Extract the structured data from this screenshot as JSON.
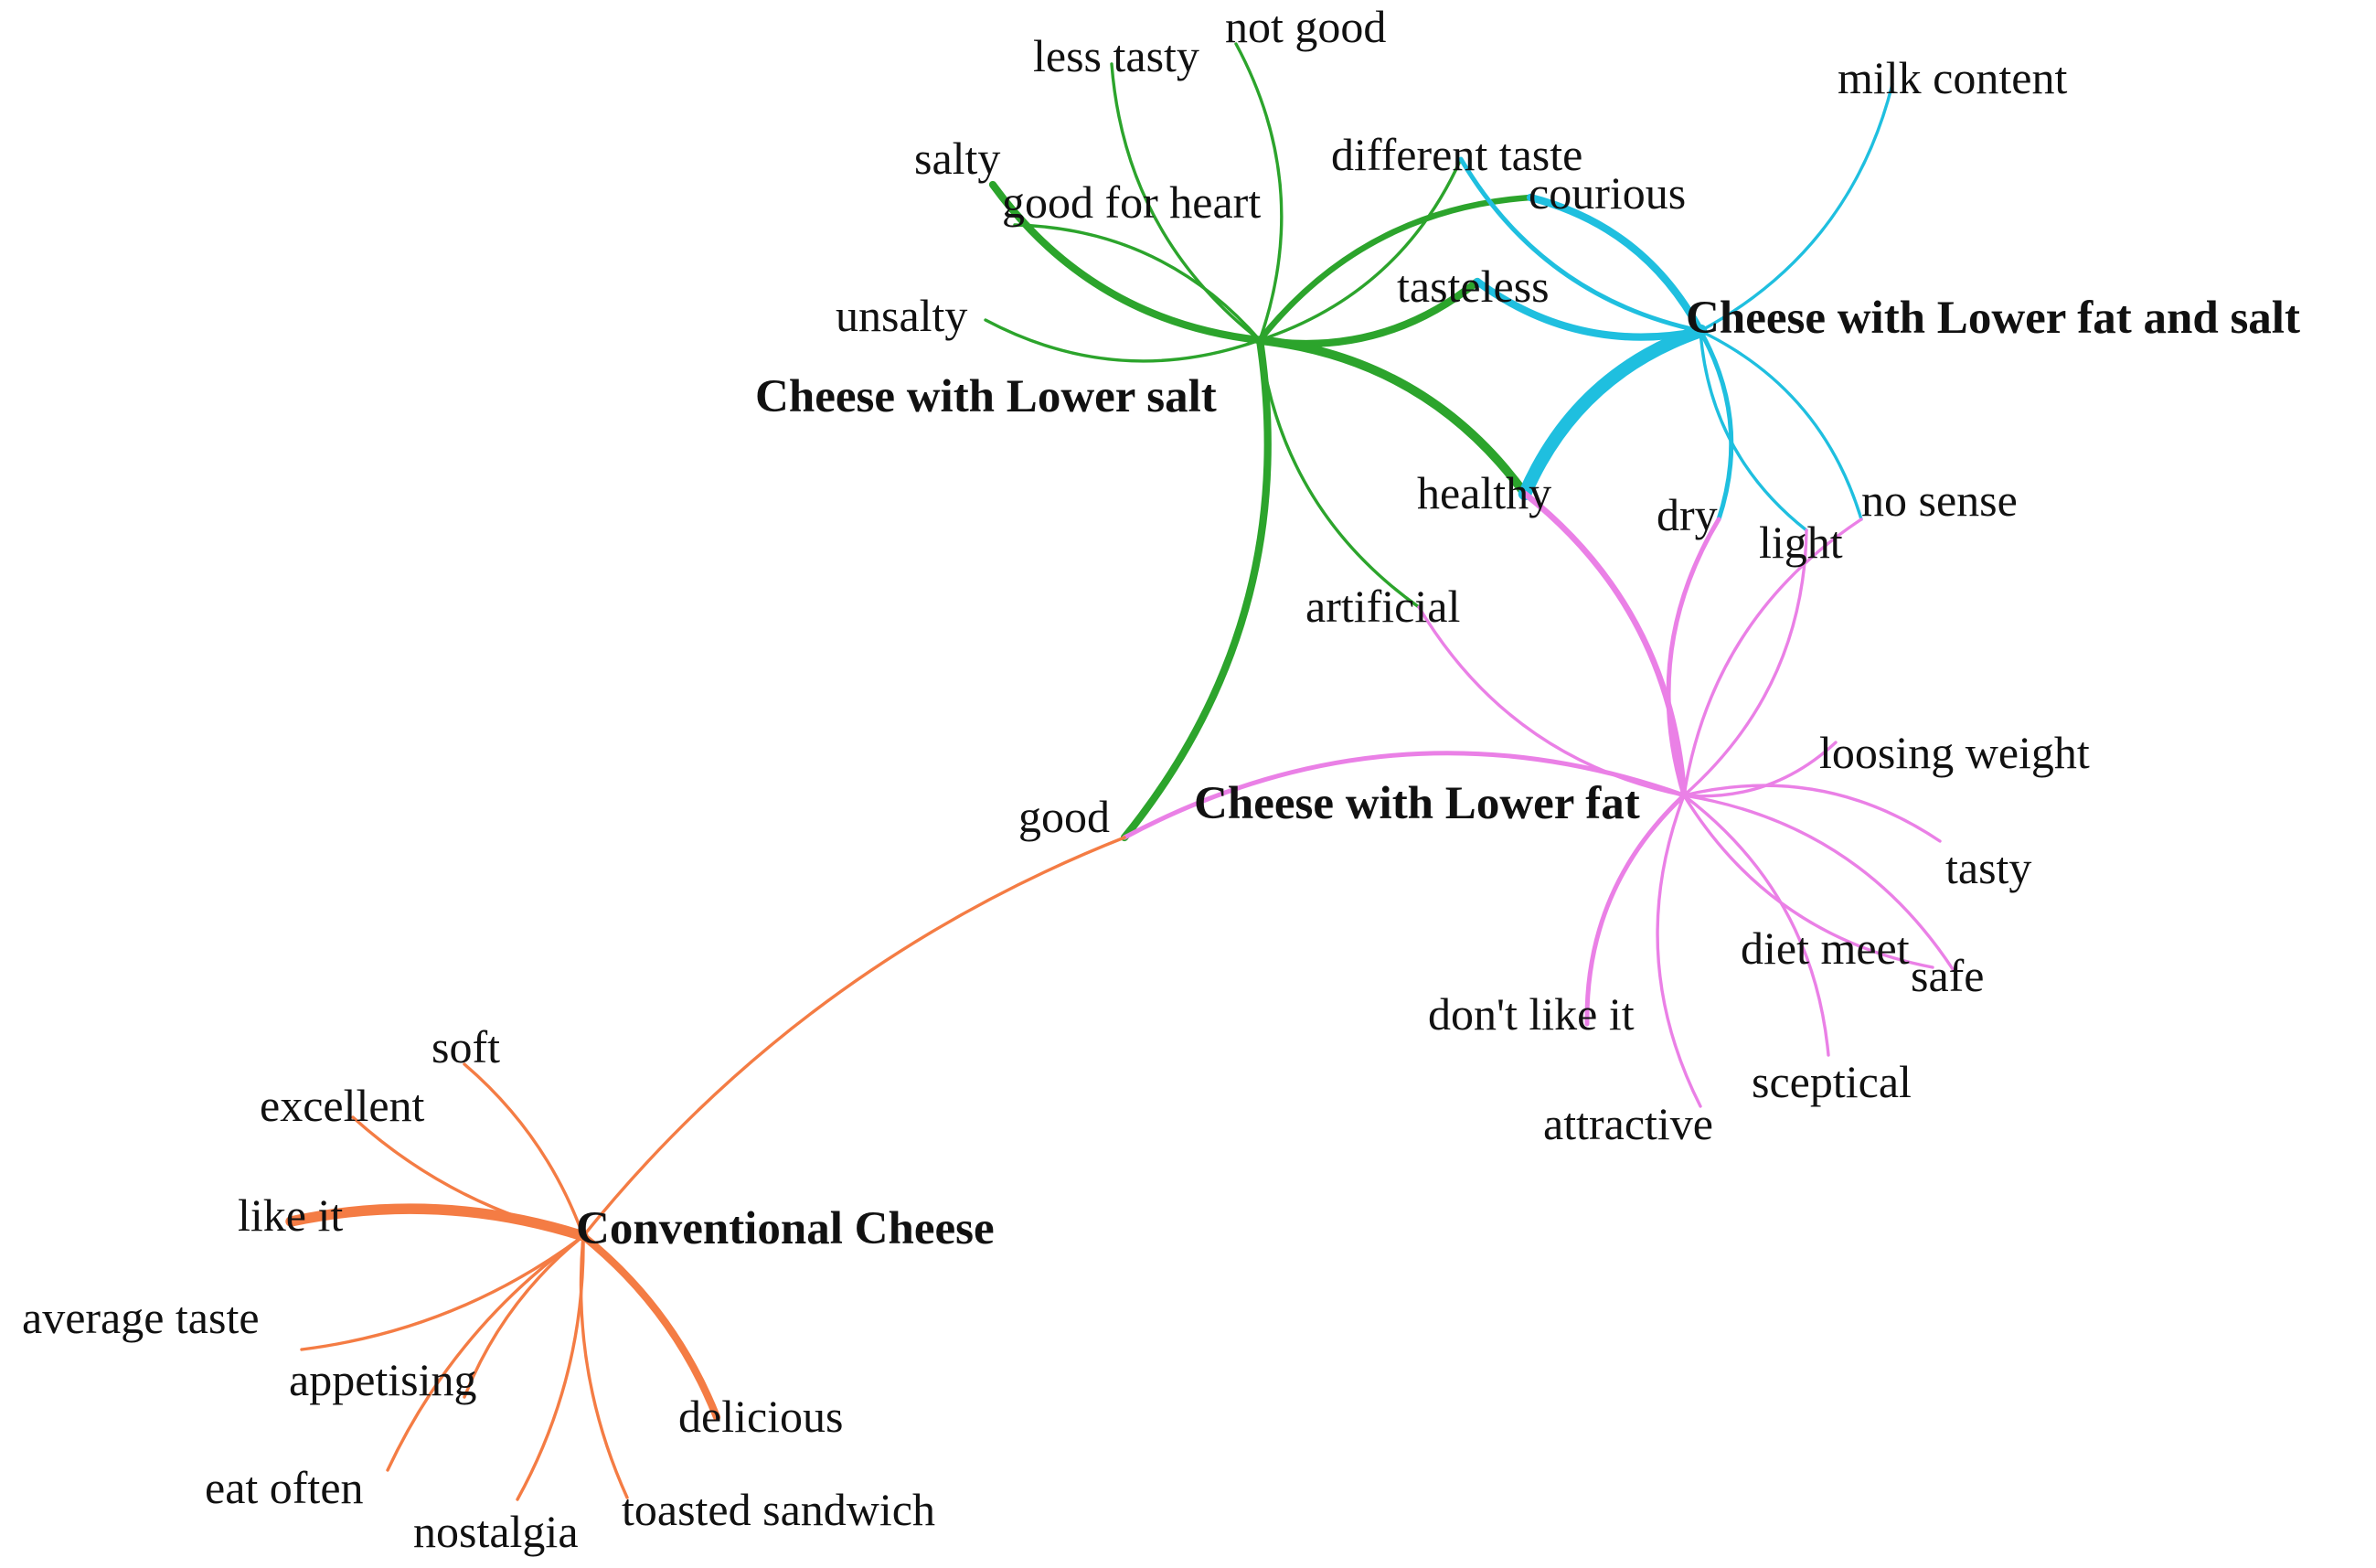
{
  "network": {
    "colors": {
      "Cheese with Lower salt": "#2ca42c",
      "Cheese with Lower fat and salt": "#1fbfdf",
      "Cheese with Lower fat": "#ea80e6",
      "Conventional Cheese": "#f47c44"
    },
    "hubs": [
      "Cheese with Lower salt",
      "Cheese with Lower fat and salt",
      "Cheese with Lower fat",
      "Conventional Cheese"
    ],
    "words": [
      "less tasty",
      "not good",
      "salty",
      "good for heart",
      "unsalty",
      "different taste",
      "courious",
      "tasteless",
      "milk content",
      "healthy",
      "artificial",
      "good",
      "dry",
      "light",
      "no sense",
      "loosing weight",
      "tasty",
      "diet meet",
      "safe",
      "don't like it",
      "sceptical",
      "attractive",
      "soft",
      "excellent",
      "like it",
      "average taste",
      "appetising",
      "delicious",
      "eat often",
      "nostalgia",
      "toasted sandwich"
    ],
    "edges": [
      {
        "hub": "Cheese with Lower salt",
        "word": "less tasty",
        "weight": 1
      },
      {
        "hub": "Cheese with Lower salt",
        "word": "not good",
        "weight": 1
      },
      {
        "hub": "Cheese with Lower salt",
        "word": "salty",
        "weight": 4
      },
      {
        "hub": "Cheese with Lower salt",
        "word": "good for heart",
        "weight": 1
      },
      {
        "hub": "Cheese with Lower salt",
        "word": "unsalty",
        "weight": 1
      },
      {
        "hub": "Cheese with Lower salt",
        "word": "different taste",
        "weight": 1
      },
      {
        "hub": "Cheese with Lower salt",
        "word": "courious",
        "weight": 3
      },
      {
        "hub": "Cheese with Lower salt",
        "word": "tasteless",
        "weight": 4
      },
      {
        "hub": "Cheese with Lower salt",
        "word": "healthy",
        "weight": 5
      },
      {
        "hub": "Cheese with Lower salt",
        "word": "artificial",
        "weight": 1
      },
      {
        "hub": "Cheese with Lower salt",
        "word": "good",
        "weight": 4
      },
      {
        "hub": "Cheese with Lower fat and salt",
        "word": "milk content",
        "weight": 1
      },
      {
        "hub": "Cheese with Lower fat and salt",
        "word": "different taste",
        "weight": 2
      },
      {
        "hub": "Cheese with Lower fat and salt",
        "word": "courious",
        "weight": 4
      },
      {
        "hub": "Cheese with Lower fat and salt",
        "word": "tasteless",
        "weight": 4
      },
      {
        "hub": "Cheese with Lower fat and salt",
        "word": "healthy",
        "weight": 8
      },
      {
        "hub": "Cheese with Lower fat and salt",
        "word": "dry",
        "weight": 2
      },
      {
        "hub": "Cheese with Lower fat and salt",
        "word": "light",
        "weight": 1
      },
      {
        "hub": "Cheese with Lower fat and salt",
        "word": "no sense",
        "weight": 1
      },
      {
        "hub": "Cheese with Lower fat",
        "word": "healthy",
        "weight": 3
      },
      {
        "hub": "Cheese with Lower fat",
        "word": "artificial",
        "weight": 1
      },
      {
        "hub": "Cheese with Lower fat",
        "word": "good",
        "weight": 2
      },
      {
        "hub": "Cheese with Lower fat",
        "word": "dry",
        "weight": 2
      },
      {
        "hub": "Cheese with Lower fat",
        "word": "light",
        "weight": 1
      },
      {
        "hub": "Cheese with Lower fat",
        "word": "no sense",
        "weight": 1
      },
      {
        "hub": "Cheese with Lower fat",
        "word": "loosing weight",
        "weight": 1
      },
      {
        "hub": "Cheese with Lower fat",
        "word": "tasty",
        "weight": 1
      },
      {
        "hub": "Cheese with Lower fat",
        "word": "diet meet",
        "weight": 1
      },
      {
        "hub": "Cheese with Lower fat",
        "word": "safe",
        "weight": 1
      },
      {
        "hub": "Cheese with Lower fat",
        "word": "don't like it",
        "weight": 2
      },
      {
        "hub": "Cheese with Lower fat",
        "word": "sceptical",
        "weight": 1
      },
      {
        "hub": "Cheese with Lower fat",
        "word": "attractive",
        "weight": 1
      },
      {
        "hub": "Conventional Cheese",
        "word": "good",
        "weight": 1
      },
      {
        "hub": "Conventional Cheese",
        "word": "soft",
        "weight": 1
      },
      {
        "hub": "Conventional Cheese",
        "word": "excellent",
        "weight": 1
      },
      {
        "hub": "Conventional Cheese",
        "word": "like it",
        "weight": 6
      },
      {
        "hub": "Conventional Cheese",
        "word": "average taste",
        "weight": 1
      },
      {
        "hub": "Conventional Cheese",
        "word": "appetising",
        "weight": 1
      },
      {
        "hub": "Conventional Cheese",
        "word": "delicious",
        "weight": 4
      },
      {
        "hub": "Conventional Cheese",
        "word": "eat often",
        "weight": 1
      },
      {
        "hub": "Conventional Cheese",
        "word": "nostalgia",
        "weight": 1
      },
      {
        "hub": "Conventional Cheese",
        "word": "toasted sandwich",
        "weight": 1
      }
    ]
  }
}
